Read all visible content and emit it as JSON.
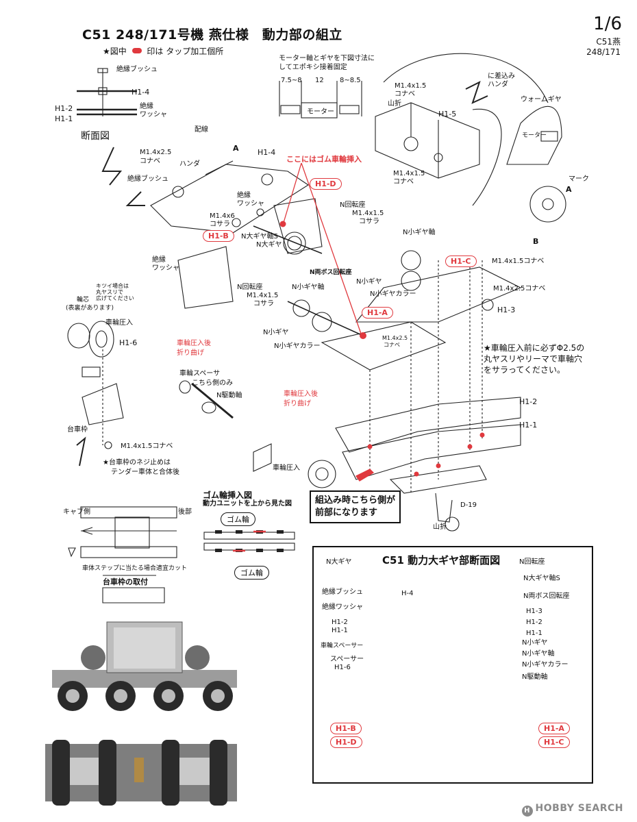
{
  "header": {
    "title": "C51 248/171号機 燕仕様　動力部の組立",
    "legend_prefix": "★図中",
    "legend_suffix": "印は タップ加工個所",
    "page": "1/6",
    "sub1": "C51燕",
    "sub2": "248/171"
  },
  "section_view": {
    "insulation_bush": "絶縁ブッシュ",
    "h1_4": "H1-4",
    "h1_2": "H1-2",
    "h1_1": "H1-1",
    "washer1": "絶縁",
    "washer2": "ワッシャ",
    "caption": "断面図"
  },
  "motor_note": {
    "line1": "モーター軸とギヤを下図寸法に",
    "line2": "してエポキシ接着固定",
    "d1": "7.5~8",
    "d2": "12",
    "d3": "8~8.5",
    "motor": "モーター"
  },
  "labels": {
    "wiring": "配線",
    "a_mark": "A",
    "b_mark": "B",
    "m14x25_1": "M1.4x2.5",
    "konabe": "コナベ",
    "handa": "ハンダ",
    "insul_bush2": "絶縁ブッシュ",
    "h1_4_top": "H1-4",
    "rubber_insert": "ここにはゴム車輪挿入",
    "insul_washer_a": "絶縁",
    "insul_washer_b": "ワッシャ",
    "m14x6": "M1.4x6",
    "kosara": "コサラ",
    "n_rotation": "N回転座",
    "m14x15_a": "M1.4x1.5",
    "kosara2": "コサラ",
    "n_big_gear_shaft": "N大ギヤ軸S",
    "n_big_gear": "N大ギヤ",
    "n_small_gear_shaft_top": "N小ギヤ軸",
    "insul_washer3a": "絶縁",
    "insul_washer3b": "ワッシャ",
    "n_both_boss": "N両ボス回転座",
    "n_small_gear_a": "N小ギヤ",
    "n_small_gear_collar_a": "N小ギヤカラー",
    "m14x15_konabe_a": "M1.4x1.5コナベ",
    "m14x25_konabe": "M1.4x2.5コナベ",
    "h1_3": "H1-3",
    "n_rotation2": "N回転座",
    "m14x15_b": "M1.4x1.5",
    "kosara3": "コサラ",
    "n_small_gear_shaft2": "N小ギヤ軸",
    "kitsui1": "キツイ場合は",
    "kitsui2": "丸ヤスリで",
    "kitsui3": "広げてください",
    "wheel_core1": "輪芯",
    "wheel_core2": "(表裏があります)",
    "wheel_press_a": "車輪圧入",
    "h1_6": "H1-6",
    "n_small_gear_b": "N小ギヤ",
    "n_small_gear_collar_b": "N小ギヤカラー",
    "m14x25_c": "M1.4x2.5",
    "konabe3": "コナベ",
    "bend_after1a": "車輪圧入後",
    "bend_after1b": "折り曲げ",
    "spacer1": "車輪スペーサ",
    "spacer2": "こちら側のみ",
    "n_drive_shaft": "N駆動軸",
    "bend_after2a": "車輪圧入後",
    "bend_after2b": "折り曲げ",
    "bogie_frame": "台車枠",
    "m14x15_konabe_b": "M1.4x1.5コナベ",
    "bogie_note1": "★台車枠のネジ止めは",
    "bogie_note2": "テンダー車体と合体後",
    "wheel_press_b": "車輪圧入",
    "h1_2": "H1-2",
    "h1_1": "H1-1",
    "d19": "D-19",
    "yamaori": "山折",
    "yamaori2": "山折",
    "tab_solder1": "に差込み",
    "tab_solder2": "ハンダ",
    "m14x15_top": "M1.4x1.5",
    "konabe_top": "コナベ",
    "h1_5": "H1-5",
    "worm_gear": "ウォームギヤ",
    "motor2": "モーター",
    "m14x15_top2": "M1.4x1.5",
    "konabe_top2": "コナベ",
    "mark": "マーク"
  },
  "ovals": {
    "h1_d": "H1-D",
    "h1_b": "H1-B",
    "h1_c": "H1-C",
    "h1_a": "H1-A"
  },
  "note_box": {
    "line1": "★車輪圧入前に必ずΦ2.5の",
    "line2": "丸ヤスリやリーマで車軸穴",
    "line3": "をサラってください。"
  },
  "front_note": {
    "line1": "組込み時こちら側が",
    "line2": "前部になります"
  },
  "rubber_section": {
    "title1": "ゴム輪挿入図",
    "title2": "動力ユニットを上から見た図",
    "rubber_a": "ゴム輪",
    "rubber_b": "ゴム輪",
    "cab_side": "キャブ側",
    "rear": "後部",
    "step_cut": "車体ステップに当たる場合適宜カット",
    "bogie_mount": "台車枠の取付"
  },
  "panel": {
    "title": "C51 動力大ギヤ部断面図",
    "n_big_gear": "N大ギヤ",
    "n_rot": "N回転座",
    "n_big_shaft": "N大ギヤ軸S",
    "insul_bush": "絶縁ブッシュ",
    "h1_4": "H-4",
    "n_both_boss": "N両ボス回転座",
    "insul_washer": "絶縁ワッシャ",
    "h1_3": "H1-3",
    "h1_2l": "H1-2",
    "h1_1l": "H1-1",
    "h1_2r": "H1-2",
    "h1_1r": "H1-1",
    "n_small_gear": "N小ギヤ",
    "n_small_shaft": "N小ギヤ軸",
    "wheel_spacer": "車輪スペーサー",
    "n_small_collar": "N小ギヤカラー",
    "spacer": "スペーサー",
    "h1_6": "H1-6",
    "n_drive": "N駆動軸",
    "o_h1b": "H1-B",
    "o_h1d": "H1-D",
    "o_h1a": "H1-A",
    "o_h1c": "H1-C"
  },
  "watermark": "HOBBY SEARCH",
  "colors": {
    "accent_red": "#e0393e",
    "ink": "#111111"
  }
}
